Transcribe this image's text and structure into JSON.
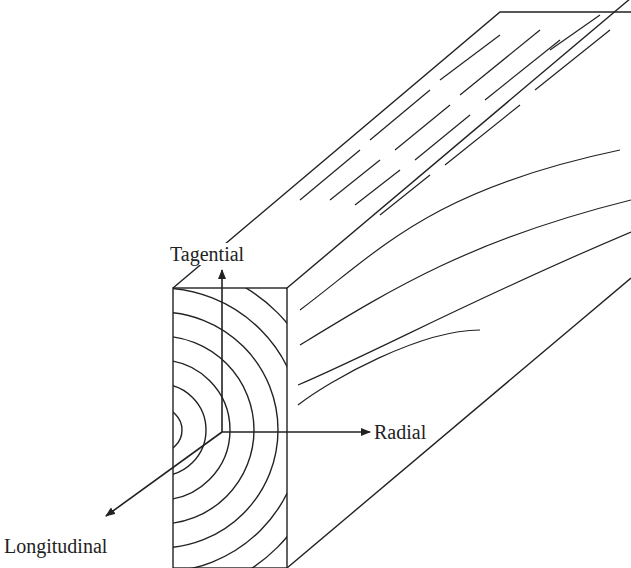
{
  "diagram": {
    "labels": [
      "Tagential",
      "Radial",
      "Longitudinal"
    ]
  }
}
